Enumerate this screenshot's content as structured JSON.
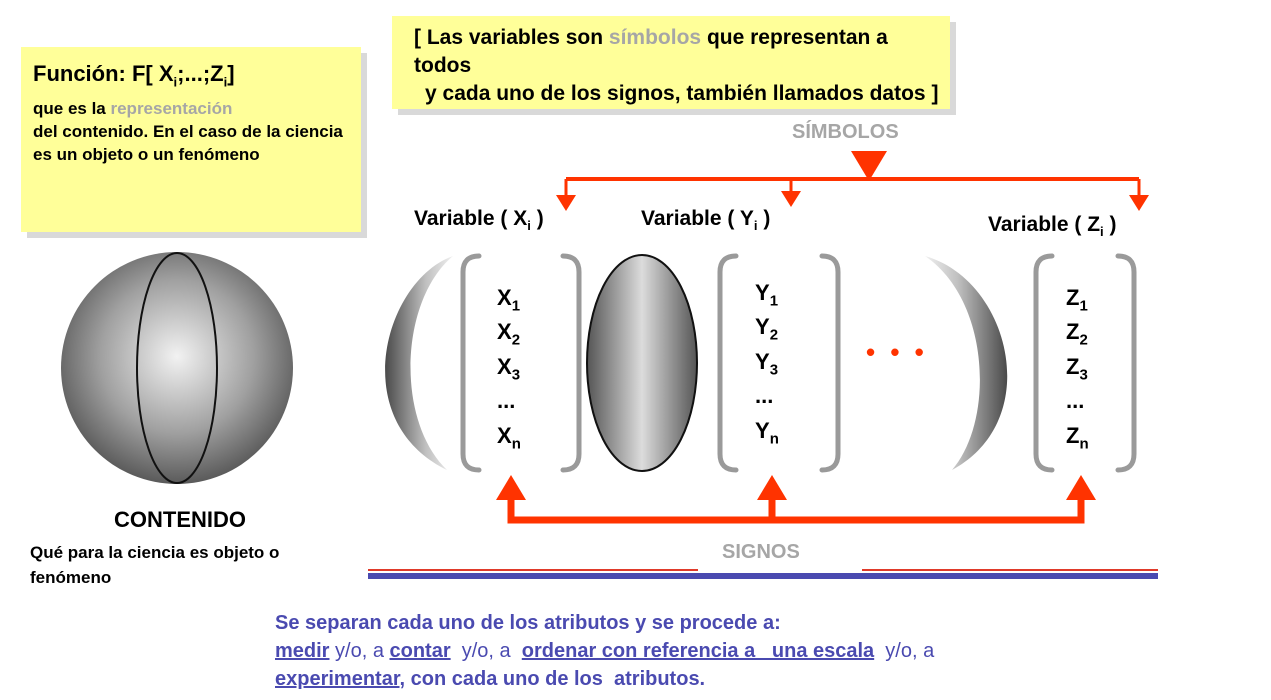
{
  "top_box": {
    "line1_a": "[ Las variables son ",
    "line1_highlight": "símbolos",
    "line1_b": " que representan a todos",
    "line2": "y cada uno de los signos, también llamados datos ]"
  },
  "left_box": {
    "title_prefix": "Función: F[ X",
    "title_sub1": "i",
    "title_mid": ";...;Z",
    "title_sub2": "i",
    "title_suffix": "]",
    "desc_a": "que es la ",
    "desc_highlight": "representación",
    "desc_b": "del contenido. En el caso de la ciencia es un objeto o un fenómeno"
  },
  "simbolos_label": "SÍMBOLOS",
  "signos_label": "SIGNOS",
  "content": {
    "title": "CONTENIDO",
    "caption": "Qué para la ciencia es objeto o fenómeno"
  },
  "variables": [
    {
      "label": "Variable ( ",
      "var": "X",
      "sub": "i",
      "close": " )",
      "items": [
        {
          "base": "X",
          "sub": "1"
        },
        {
          "base": "X",
          "sub": "2"
        },
        {
          "base": "X",
          "sub": "3"
        },
        {
          "base": "...",
          "sub": ""
        },
        {
          "base": "X",
          "sub": "n"
        }
      ]
    },
    {
      "label": "Variable ( ",
      "var": "Y",
      "sub": "i",
      "close": " )",
      "items": [
        {
          "base": "Y",
          "sub": "1"
        },
        {
          "base": "Y",
          "sub": "2"
        },
        {
          "base": "Y",
          "sub": "3"
        },
        {
          "base": "...",
          "sub": ""
        },
        {
          "base": "Y",
          "sub": "n"
        }
      ]
    },
    {
      "label": "Variable ( ",
      "var": "Z",
      "sub": "i",
      "close": " )",
      "items": [
        {
          "base": "Z",
          "sub": "1"
        },
        {
          "base": "Z",
          "sub": "2"
        },
        {
          "base": "Z",
          "sub": "3"
        },
        {
          "base": "...",
          "sub": ""
        },
        {
          "base": "Z",
          "sub": "n"
        }
      ]
    }
  ],
  "ellipsis": "• • •",
  "bottom": {
    "line1": "Se separan cada uno de los atributos y se procede a:",
    "medir": "medir",
    "yo1": " y/o, a ",
    "contar": "contar",
    "yo2": "  y/o, a  ",
    "ordenar": "ordenar con referencia a   una escala",
    "yo3": "  y/o, a",
    "experimentar": "experimentar,",
    "line3_rest": " con cada uno de los  atributos."
  },
  "colors": {
    "arrow_red": "#ff3300",
    "highlight_yellow": "#ffff99",
    "text_blue": "#4a4ab0",
    "line_blue": "#4a4ab0",
    "line_red": "#e03a2a",
    "gray_text": "#a6a6a6"
  }
}
